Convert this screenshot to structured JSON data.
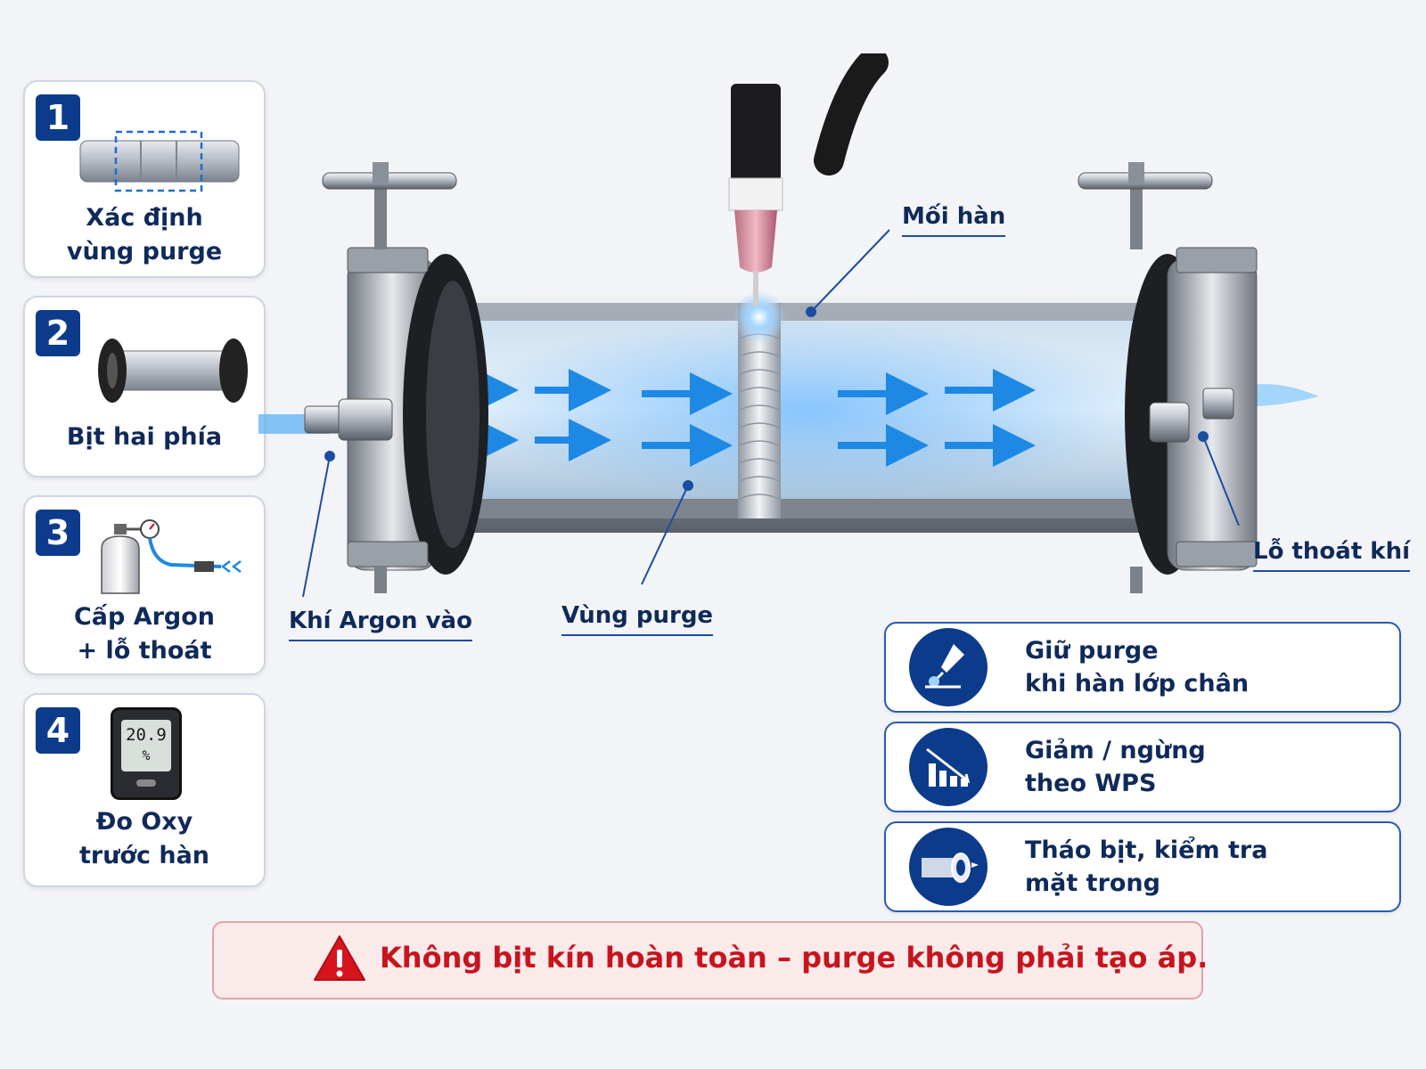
{
  "steps": [
    {
      "number": "1",
      "line1": "Xác định",
      "line2": "vùng purge",
      "icon": "pipe-zone-icon"
    },
    {
      "number": "2",
      "line1": "Bịt hai phía",
      "line2": "",
      "icon": "capped-pipe-icon"
    },
    {
      "number": "3",
      "line1": "Cấp Argon",
      "line2": "+ lỗ thoát",
      "icon": "argon-cylinder-icon"
    },
    {
      "number": "4",
      "line1": "Đo Oxy",
      "line2": "trước hàn",
      "icon": "oxygen-meter-icon",
      "meter_reading": "20.9",
      "meter_unit": "%"
    }
  ],
  "callouts": {
    "weld": "Mối hàn",
    "argon_in": "Khí Argon vào",
    "purge_zone": "Vùng purge",
    "gas_exit": "Lỗ thoát khí"
  },
  "info": [
    {
      "line1": "Giữ purge",
      "line2": "khi hàn lớp chân",
      "icon": "torch-icon"
    },
    {
      "line1": "Giảm / ngừng",
      "line2": "theo WPS",
      "icon": "decreasing-chart-icon"
    },
    {
      "line1": "Tháo bịt, kiểm tra",
      "line2": "mặt trong",
      "icon": "pipe-inspect-icon"
    }
  ],
  "warning": {
    "text": "Không bịt kín hoàn toàn – purge không phải tạo áp.",
    "icon": "warning-triangle-icon"
  },
  "colors": {
    "navy": "#0d3b8c",
    "flow": "#1e88e5",
    "warning_red": "#c8141e",
    "card_border": "#2a5cb0"
  }
}
